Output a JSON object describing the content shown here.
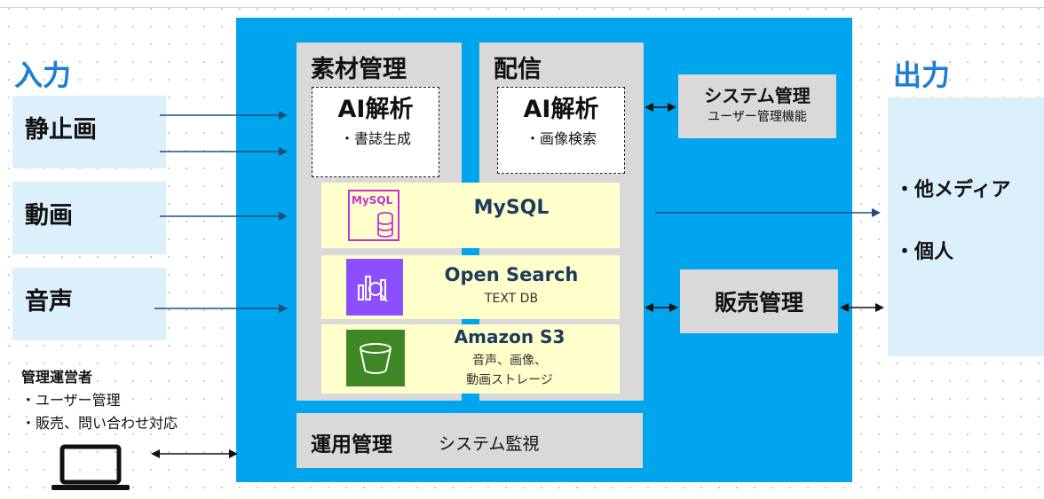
{
  "input": {
    "heading": "入力",
    "items": [
      "静止画",
      "動画",
      "音声"
    ]
  },
  "output": {
    "heading": "出力",
    "items": [
      "・他メディア",
      "・個人"
    ]
  },
  "core": {
    "material": {
      "title": "素材管理",
      "ai_title": "AI解析",
      "ai_sub": "・書誌生成"
    },
    "delivery": {
      "title": "配信",
      "ai_title": "AI解析",
      "ai_sub": "・画像検索"
    },
    "services": {
      "mysql": {
        "name": "MySQL",
        "icon": "mysql-icon"
      },
      "opensearch": {
        "name": "Open Search",
        "sub": "TEXT DB",
        "icon": "opensearch-icon"
      },
      "s3": {
        "name": "Amazon S3",
        "sub1": "音声、画像、",
        "sub2": "動画ストレージ",
        "icon": "s3-bucket-icon"
      }
    },
    "ops": {
      "title": "運用管理",
      "sub": "システム監視"
    }
  },
  "system_mgmt": {
    "title": "システム管理",
    "sub": "ユーザー管理機能"
  },
  "sales_mgmt": {
    "title": "販売管理"
  },
  "admin": {
    "title": "管理運営者",
    "lines": [
      "・ユーザー管理",
      "・販売、問い合わせ対応"
    ],
    "icon": "laptop-icon"
  },
  "colors": {
    "panel": "#00a5ee",
    "input_box": "#dcf0fb",
    "gray_box": "#d9d9d9",
    "service_bg": "#ffffcc",
    "heading": "#1a7fd4",
    "arrow": "#1f4e79"
  }
}
